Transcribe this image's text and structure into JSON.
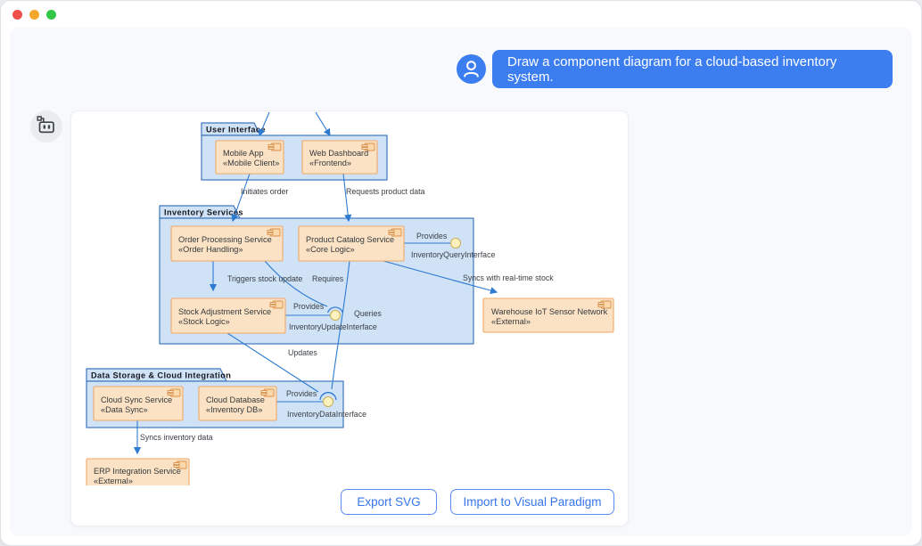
{
  "window": {
    "controls": [
      "close",
      "minimize",
      "zoom"
    ]
  },
  "chat": {
    "user_message": "Draw a component diagram for a cloud-based inventory system."
  },
  "diagram": {
    "packages": [
      {
        "name": "User Interface"
      },
      {
        "name": "Inventory Services"
      },
      {
        "name": "Data Storage & Cloud Integration"
      }
    ],
    "components": [
      {
        "name": "Mobile App",
        "stereotype": "«Mobile Client»"
      },
      {
        "name": "Web Dashboard",
        "stereotype": "«Frontend»"
      },
      {
        "name": "Order Processing Service",
        "stereotype": "«Order Handling»"
      },
      {
        "name": "Product Catalog Service",
        "stereotype": "«Core Logic»"
      },
      {
        "name": "Stock Adjustment Service",
        "stereotype": "«Stock Logic»"
      },
      {
        "name": "Warehouse IoT Sensor Network",
        "stereotype": "«External»"
      },
      {
        "name": "Cloud Sync Service",
        "stereotype": "«Data Sync»"
      },
      {
        "name": "Cloud Database",
        "stereotype": "«Inventory DB»"
      },
      {
        "name": "ERP Integration Service",
        "stereotype": "«External»"
      }
    ],
    "edge_labels": {
      "initiates_order": "Initiates order",
      "requests_product_data": "Requests product data",
      "triggers_stock_update": "Triggers stock update",
      "requires": "Requires",
      "queries": "Queries",
      "updates": "Updates",
      "provides": "Provides",
      "syncs_realtime": "Syncs with real-time stock",
      "syncs_inventory": "Syncs inventory data"
    },
    "interfaces": [
      {
        "name": "InventoryQueryInterface"
      },
      {
        "name": "InventoryUpdateInterface"
      },
      {
        "name": "InventoryDataInterface"
      }
    ]
  },
  "footer": {
    "export_button": "Export SVG",
    "import_button": "Import to Visual Paradigm"
  },
  "colors": {
    "accent_blue": "#3c7ef0",
    "connector_blue": "#2e7ad1",
    "package_fill": "#cfe2f6",
    "package_border": "#4077bd",
    "component_fill": "#fbe2c4",
    "component_border": "#f0a968",
    "interface_ball_fill": "#fdf2bd",
    "interface_ball_border": "#c9ae57",
    "traffic_red": "#f0504b",
    "traffic_yellow": "#f3a82d",
    "traffic_green": "#33c748"
  }
}
